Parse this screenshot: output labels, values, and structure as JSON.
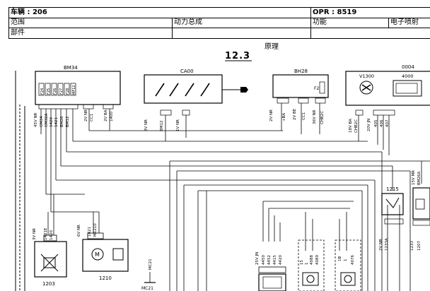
{
  "header": {
    "vehicle_label": "车辆 : 206",
    "opr_label": "OPR : 8519",
    "row2": [
      "范围",
      "动力总成",
      "功能",
      "电子喷射"
    ],
    "row3": [
      "部件"
    ]
  },
  "diagram": {
    "section_title": "原理",
    "page_number": "12.3",
    "components": {
      "bm34": "BM34",
      "ca00": "CA00",
      "bh28": "BH28",
      "c0004": "0004",
      "v1300": "V1300",
      "c4000": "4000",
      "c1215": "1215",
      "c1203": "1203",
      "c1210": "1210",
      "mc21": "MC21"
    },
    "bm34_fuses": [
      "F24",
      "F25",
      "F26",
      "F27",
      "F28",
      "MF12"
    ],
    "bh28_fuse": "F2",
    "bm34_conn_labels": [
      "45V NR",
      "CM34",
      "CM32A",
      "1420",
      "1421",
      "BM26",
      "BM12",
      "2V NR",
      "CC1",
      "2V BA",
      "1400"
    ],
    "ca00_conn_labels": [
      "3V NR",
      "BM12",
      "1V NR"
    ],
    "bh28_conn_labels": [
      "2V NR",
      "+BA",
      "2V BE",
      "CC1",
      "36V NR",
      "CHB2C"
    ],
    "c0004_conn_labels": [
      "18V BA",
      "CHB2C",
      "20V JN",
      "405",
      "406",
      "407"
    ],
    "c1203_conn_labels": [
      "3V NR",
      "1421E",
      "1420"
    ],
    "c1210_conn_labels": [
      "6V NR",
      "1421",
      "M1210"
    ],
    "c1215_conn_labels": [
      "2V NR",
      "1233A",
      "1233",
      "1207"
    ],
    "right_conn_labels": [
      "15V MR",
      "BM26A"
    ],
    "mid_conn_labels": [
      "25V JN",
      "4450",
      "4452",
      "4415",
      "4420"
    ],
    "fan_labels": [
      "15",
      "1",
      "4088",
      "4089"
    ],
    "pump_labels": [
      "1B",
      "1",
      "4076"
    ]
  }
}
